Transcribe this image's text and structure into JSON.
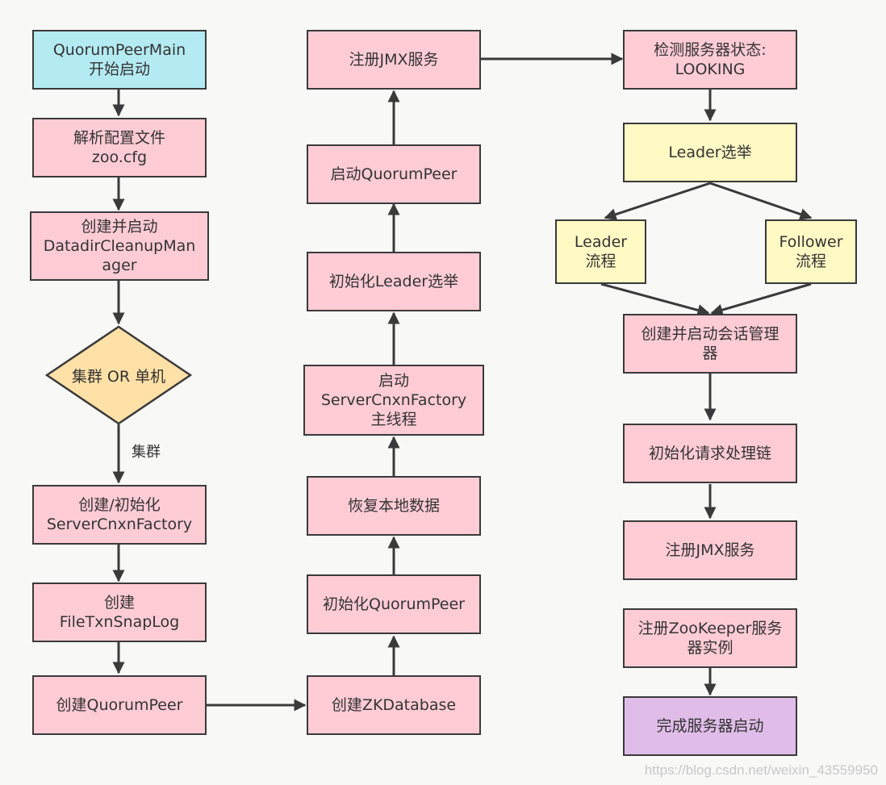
{
  "nodes": {
    "start": "QuorumPeerMain\n开始启动",
    "parse_config": "解析配置文件\nzoo.cfg",
    "cleanup_manager": "创建并启动\nDatadirCleanupMan\nager",
    "decision": "集群 OR 单机",
    "decision_edge": "集群",
    "create_cnxn_factory": "创建/初始化\nServerCnxnFactory",
    "create_snaplog": "创建\nFileTxnSnapLog",
    "create_quorum_peer": "创建QuorumPeer",
    "create_zkdatabase": "创建ZKDatabase",
    "init_quorum_peer": "初始化QuorumPeer",
    "restore_data": "恢复本地数据",
    "start_cnxn_thread": "启动\nServerCnxnFactory\n主线程",
    "init_leader_election": "初始化Leader选举",
    "start_quorum_peer": "启动QuorumPeer",
    "register_jmx_1": "注册JMX服务",
    "detect_state": "检测服务器状态:\nLOOKING",
    "leader_election": "Leader选举",
    "leader_flow": "Leader\n流程",
    "follower_flow": "Follower\n流程",
    "session_manager": "创建并启动会话管理\n器",
    "request_chain": "初始化请求处理链",
    "register_jmx_2": "注册JMX服务",
    "register_zk_instance": "注册ZooKeeper服务\n器实例",
    "finish": "完成服务器启动"
  },
  "watermark": "https://blog.csdn.net/weixin_43559950",
  "colors": {
    "pink": "#ffccd5",
    "cyan": "#b4ebf3",
    "yellow": "#fff9c4",
    "purple": "#e0bde8",
    "decision": "#ffe0a6",
    "stroke": "#3a3a3a"
  }
}
